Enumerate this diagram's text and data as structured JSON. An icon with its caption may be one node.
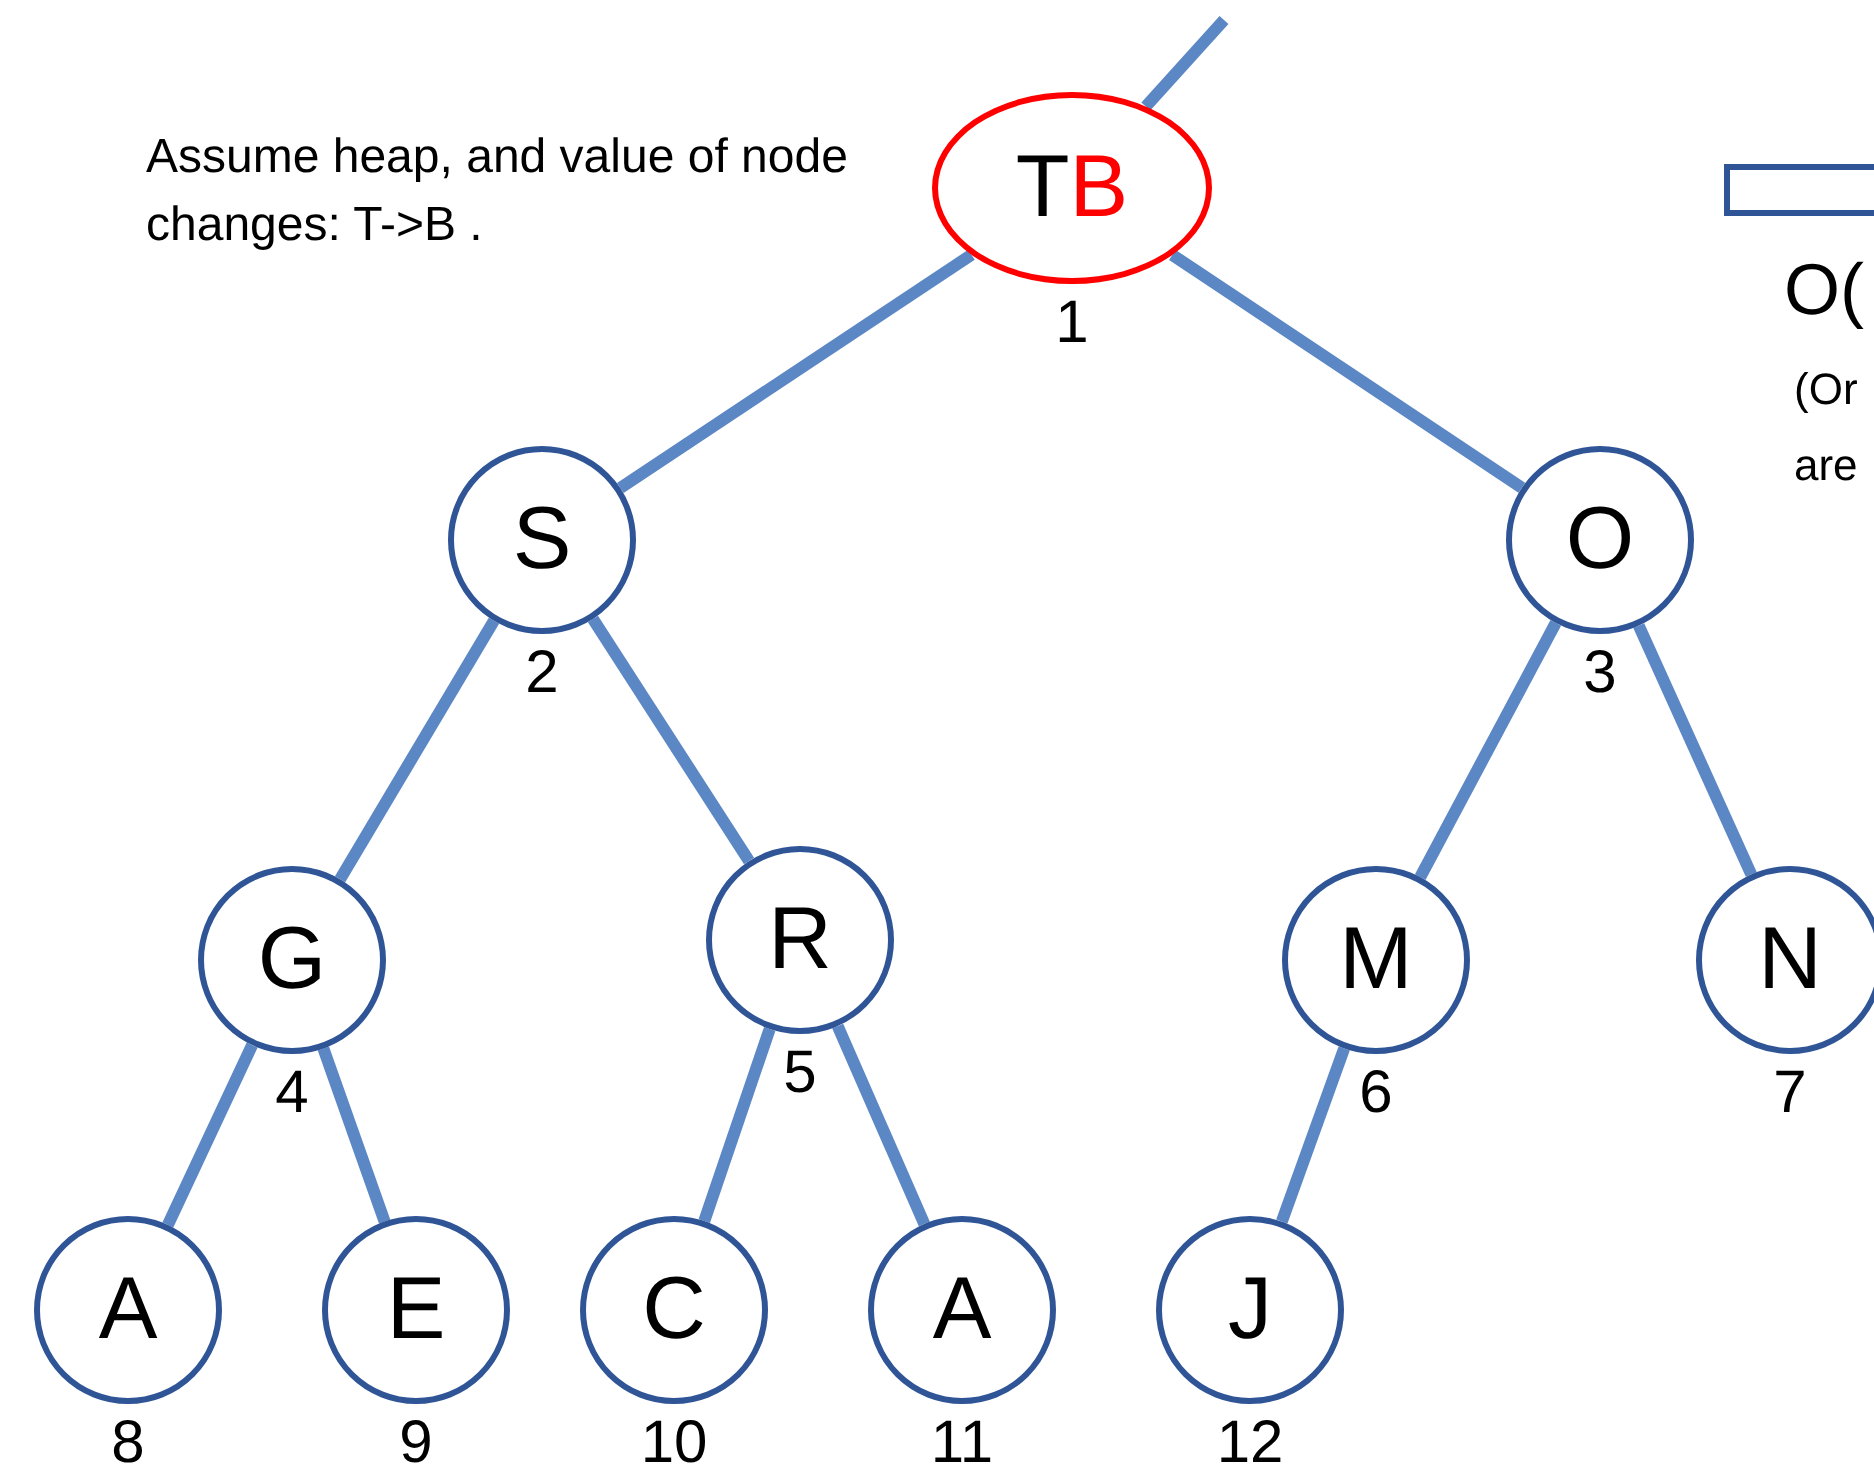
{
  "diagram": {
    "nodes": [
      {
        "text": [
          "T",
          "B"
        ],
        "beside": [
          "1"
        ]
      },
      {
        "text": [
          "S"
        ],
        "beside": [
          "2"
        ]
      },
      {
        "text": [
          "O"
        ],
        "beside": [
          "3"
        ]
      },
      {
        "text": [
          "G"
        ],
        "beside": [
          "4"
        ]
      },
      {
        "text": [
          "R"
        ],
        "beside": [
          "5"
        ]
      },
      {
        "text": [
          "M"
        ],
        "beside": [
          "6"
        ]
      },
      {
        "text": [
          "N"
        ],
        "beside": [
          "7"
        ]
      },
      {
        "text": [
          "A"
        ],
        "beside": [
          "8"
        ]
      },
      {
        "text": [
          "E"
        ],
        "beside": [
          "9"
        ]
      },
      {
        "text": [
          "C"
        ],
        "beside": [
          "10"
        ]
      },
      {
        "text": [
          "A"
        ],
        "beside": [
          "11"
        ]
      },
      {
        "text": [
          "J"
        ],
        "beside": [
          "12"
        ]
      },
      {
        "text": [],
        "shape": "box"
      }
    ],
    "edges": [
      {
        "from": 0,
        "to": null,
        "arrow": "none"
      },
      {
        "from": 0,
        "to": 1,
        "arrow": "none"
      },
      {
        "from": 0,
        "to": 2,
        "arrow": "none"
      },
      {
        "from": 1,
        "to": 3,
        "arrow": "none"
      },
      {
        "from": 1,
        "to": 4,
        "arrow": "none"
      },
      {
        "from": 2,
        "to": 5,
        "arrow": "none"
      },
      {
        "from": 2,
        "to": 6,
        "arrow": "none"
      },
      {
        "from": 3,
        "to": 7,
        "arrow": "none"
      },
      {
        "from": 3,
        "to": 8,
        "arrow": "none"
      },
      {
        "from": 4,
        "to": 9,
        "arrow": "none"
      },
      {
        "from": 4,
        "to": 10,
        "arrow": "none"
      },
      {
        "from": 5,
        "to": 11,
        "arrow": "none"
      }
    ],
    "labels": [
      "Assume heap, and value of node changes: T->B .",
      "O(",
      "(Or",
      "are"
    ]
  }
}
